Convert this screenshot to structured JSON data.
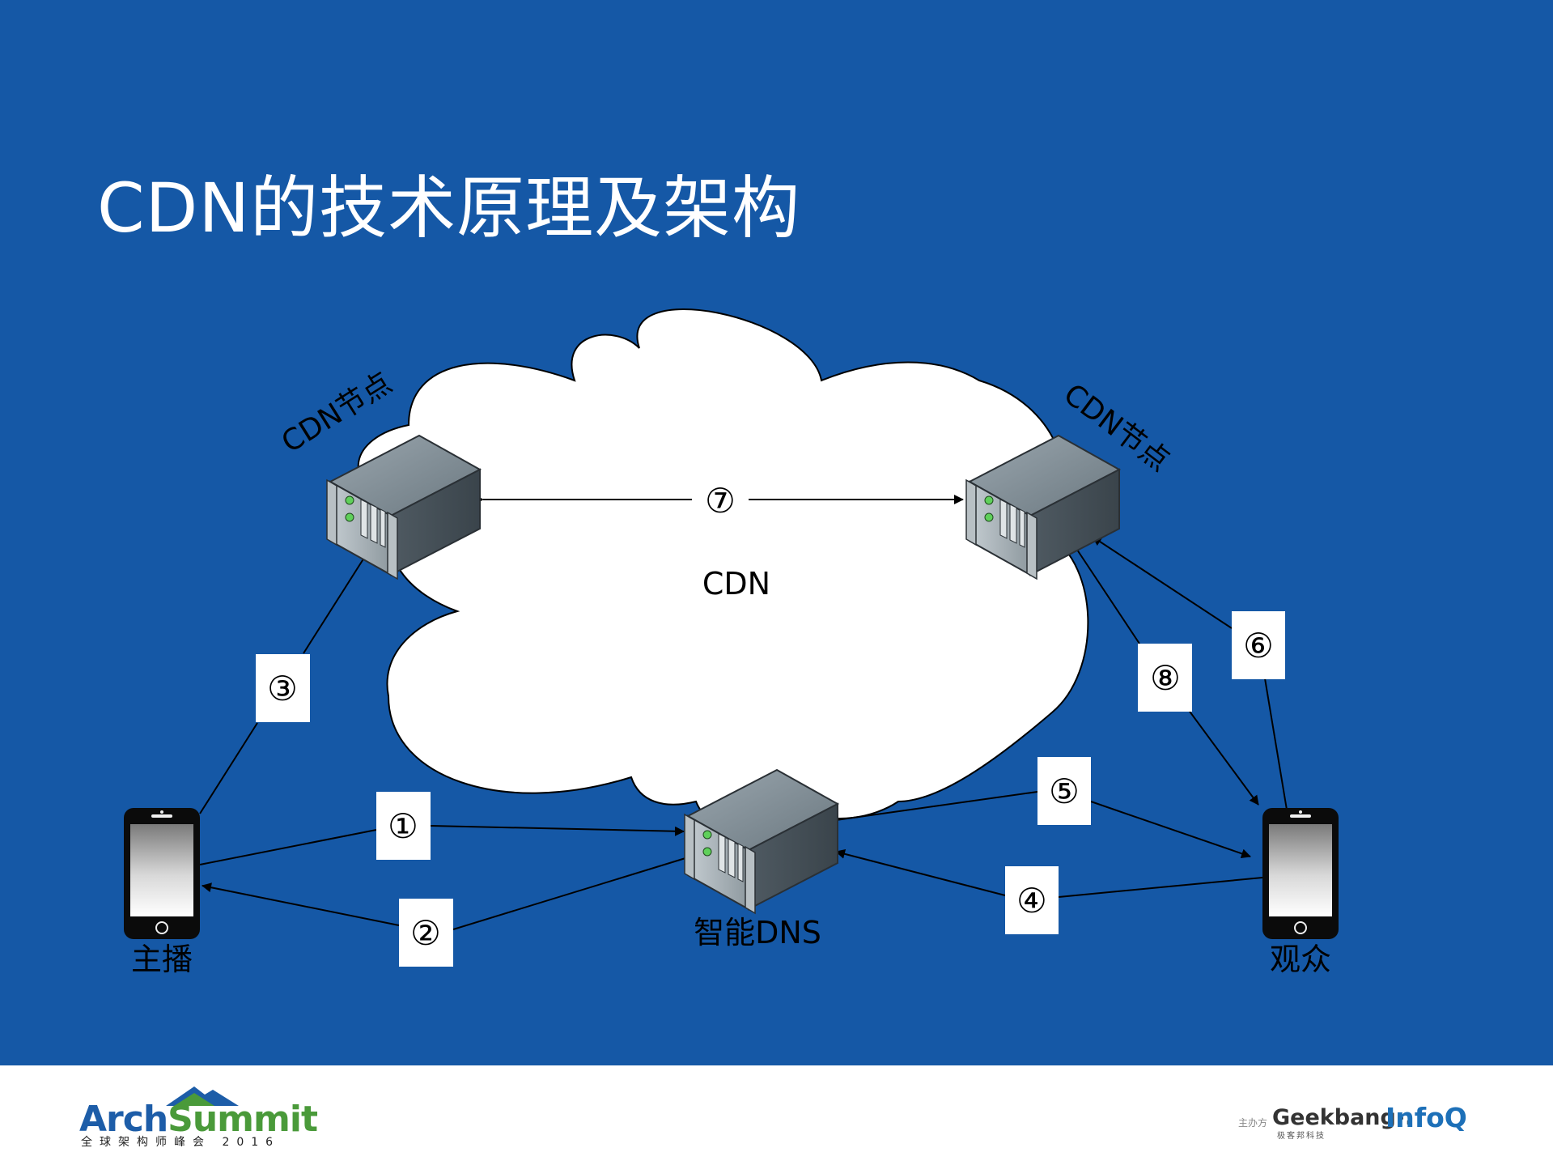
{
  "slide": {
    "title": "CDN的技术原理及架构",
    "background_color": "#1558a6"
  },
  "diagram": {
    "cloud_label": "CDN",
    "nodes": {
      "cdn_node_left": "CDN节点",
      "cdn_node_right": "CDN节点",
      "smart_dns": "智能DNS",
      "broadcaster": "主播",
      "viewer": "观众"
    },
    "steps": {
      "s1": "①",
      "s2": "②",
      "s3": "③",
      "s4": "④",
      "s5": "⑤",
      "s6": "⑥",
      "s7": "⑦",
      "s8": "⑧"
    }
  },
  "footer": {
    "arch_a": "Arch",
    "arch_s": "Summit",
    "arch_sub": "全球架构师峰会 2016",
    "host_label": "主办方",
    "geekbang": "Geekbang›.",
    "geekbang_sub": "极客邦科技",
    "infoq": "InfoQ"
  }
}
